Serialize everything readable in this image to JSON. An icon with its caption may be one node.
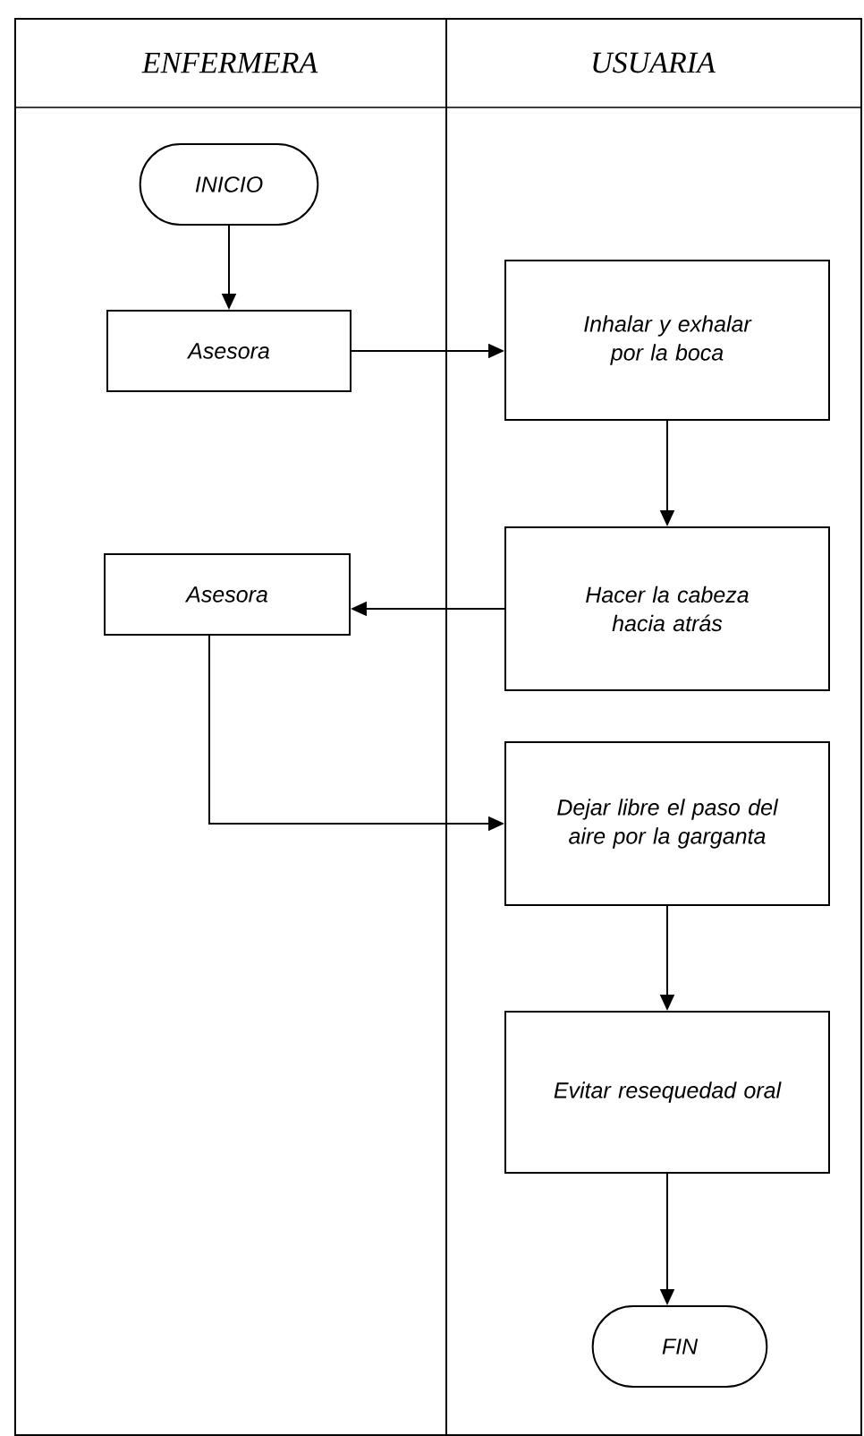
{
  "diagram": {
    "nodes": [
      {
        "text": [
          "ENFERMERA"
        ]
      },
      {
        "text": [
          "USUARIA"
        ]
      },
      {
        "text": [
          "INICIO"
        ],
        "in": 0
      },
      {
        "text": [
          "Asesora"
        ],
        "in": 0
      },
      {
        "text": [
          "Inhalar y exhalar por la boca"
        ],
        "in": 1
      },
      {
        "text": [
          "Hacer la cabeza hacia atrás"
        ],
        "in": 1
      },
      {
        "text": [
          "Asesora"
        ],
        "in": 0
      },
      {
        "text": [
          "Dejar libre el paso del aire por la garganta"
        ],
        "in": 1
      },
      {
        "text": [
          "Evitar resequedad oral"
        ],
        "in": 1
      },
      {
        "text": [
          "FIN"
        ],
        "in": 1
      }
    ],
    "edges": [
      {
        "from": 2,
        "to": 3,
        "arrow": "to"
      },
      {
        "from": 3,
        "to": 4,
        "arrow": "to"
      },
      {
        "from": 4,
        "to": 5,
        "arrow": "to"
      },
      {
        "from": 5,
        "to": 6,
        "arrow": "to"
      },
      {
        "from": 6,
        "to": 7,
        "arrow": "to"
      },
      {
        "from": 7,
        "to": 8,
        "arrow": "to"
      },
      {
        "from": 8,
        "to": 9,
        "arrow": "to"
      }
    ]
  }
}
